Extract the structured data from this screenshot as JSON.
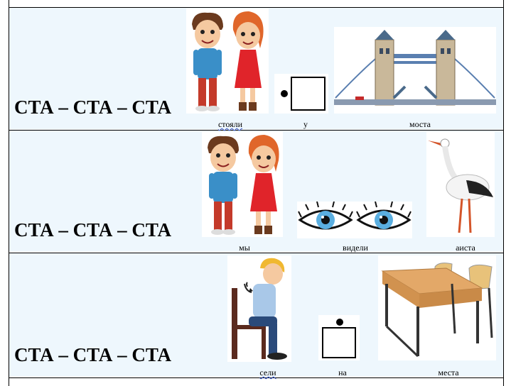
{
  "rows": [
    {
      "chant": "СТА – СТА – СТА",
      "captions": [
        "стояли",
        "у",
        "моста"
      ],
      "pictures": [
        "boy-and-girl-standing",
        "preposition-u-symbol",
        "tower-bridge"
      ]
    },
    {
      "chant": "СТА – СТА – СТА",
      "captions": [
        "мы",
        "видели",
        "аиста"
      ],
      "pictures": [
        "boy-and-girl",
        "eyes",
        "white-stork"
      ]
    },
    {
      "chant": "СТА – СТА – СТА",
      "captions": [
        "сели",
        "на",
        "места"
      ],
      "pictures": [
        "boy-sitting-on-chair",
        "preposition-na-symbol",
        "school-desk-with-chairs"
      ]
    }
  ],
  "colors": {
    "row_background": "#eef7fd",
    "border": "#000000",
    "spell_underline": "#3355cc"
  }
}
